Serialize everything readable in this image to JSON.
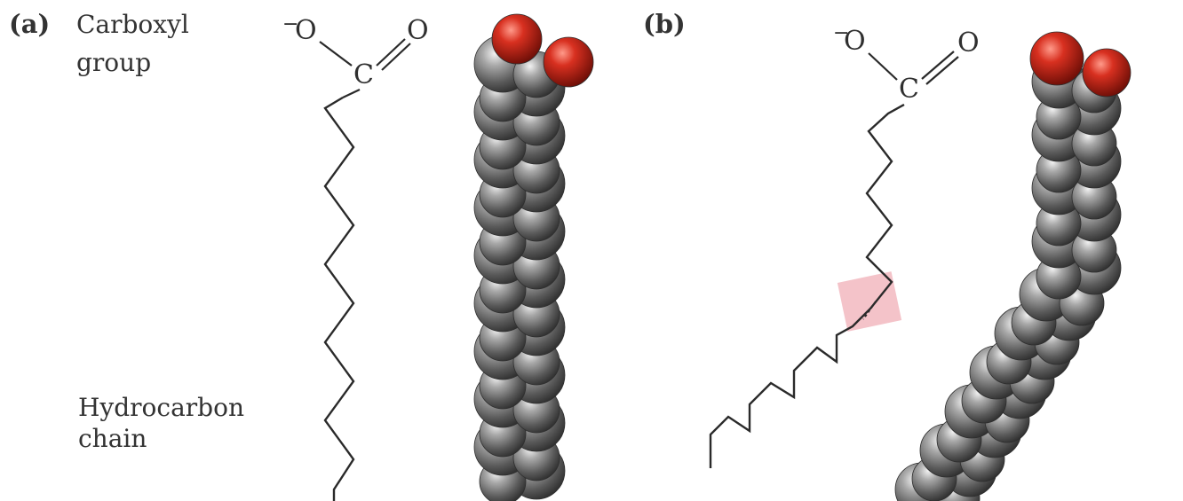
{
  "panel_a": {
    "letter": "(a)",
    "label_carboxyl_line1": "Carboxyl",
    "label_carboxyl_line2": "group",
    "label_chain_line1": "Hydrocarbon",
    "label_chain_line2": "chain"
  },
  "panel_b": {
    "letter": "(b)"
  },
  "atoms": {
    "oxygen": "O",
    "carbon": "C",
    "charge": "−"
  },
  "colors": {
    "oxygen_atom": "#cc2418",
    "carbon_atom": "#8a8a8a",
    "bond_line": "#2a2a2a",
    "cis_highlight": "#f2b8c0"
  }
}
